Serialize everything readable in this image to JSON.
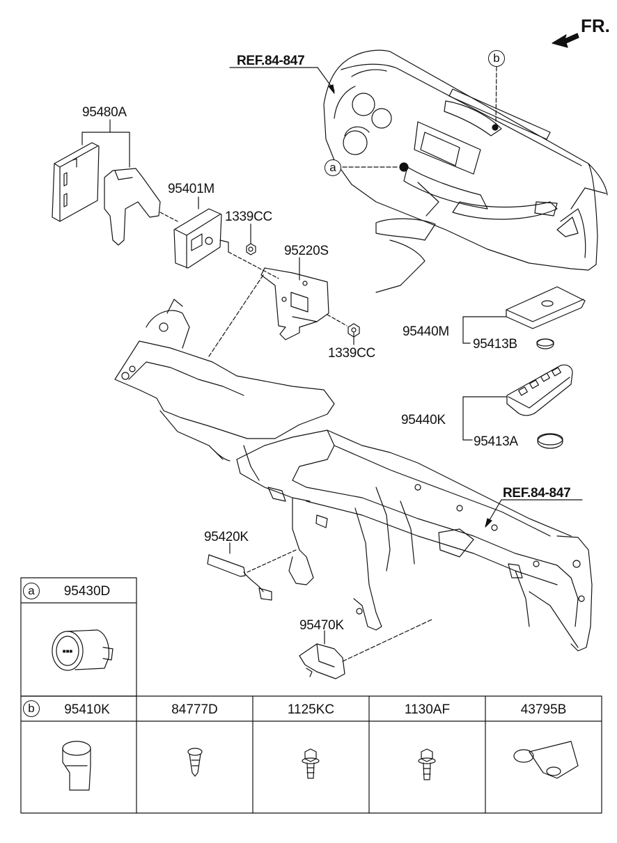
{
  "orientation": {
    "label": "FR.",
    "icon": "arrow-icon"
  },
  "references": {
    "top": "REF.84-847",
    "right": "REF.84-847"
  },
  "callouts": {
    "a": "a",
    "b": "b"
  },
  "parts": {
    "p95480A": "95480A",
    "p95401M": "95401M",
    "p1339CC_upper": "1339CC",
    "p95220S": "95220S",
    "p1339CC_lower": "1339CC",
    "p95440M": "95440M",
    "p95413B": "95413B",
    "p95440K": "95440K",
    "p95413A": "95413A",
    "p95420K": "95420K",
    "p95470K": "95470K"
  },
  "table": {
    "row_a": {
      "marker": "a",
      "part": "95430D"
    },
    "row_b": {
      "marker": "b",
      "cells": [
        "95410K",
        "84777D",
        "1125KC",
        "1130AF",
        "43795B"
      ]
    }
  }
}
